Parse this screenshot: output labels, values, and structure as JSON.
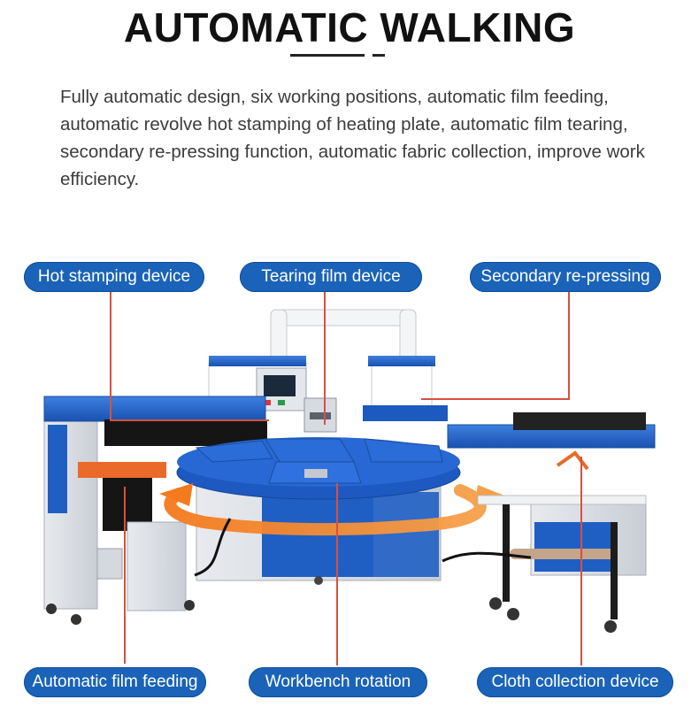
{
  "headline": "AUTOMATIC WALKING",
  "intro": "Fully automatic design, six working positions, automatic film feeding, automatic revolve hot stamping of heating plate, automatic film tearing, secondary re-pressing function, automatic fabric collection, improve work efficiency.",
  "labels": {
    "hot_stamping": "Hot stamping device",
    "tearing_film": "Tearing film device",
    "secondary_repressing": "Secondary re-pressing",
    "film_feeding": "Automatic film feeding",
    "workbench_rotation": "Workbench rotation",
    "cloth_collection": "Cloth collection device"
  },
  "colors": {
    "label_blue": "#1a63b8",
    "machine_blue": "#1f5fc4",
    "pointer_red": "#d9503f",
    "rotation_arrow": "#f08a2c"
  }
}
